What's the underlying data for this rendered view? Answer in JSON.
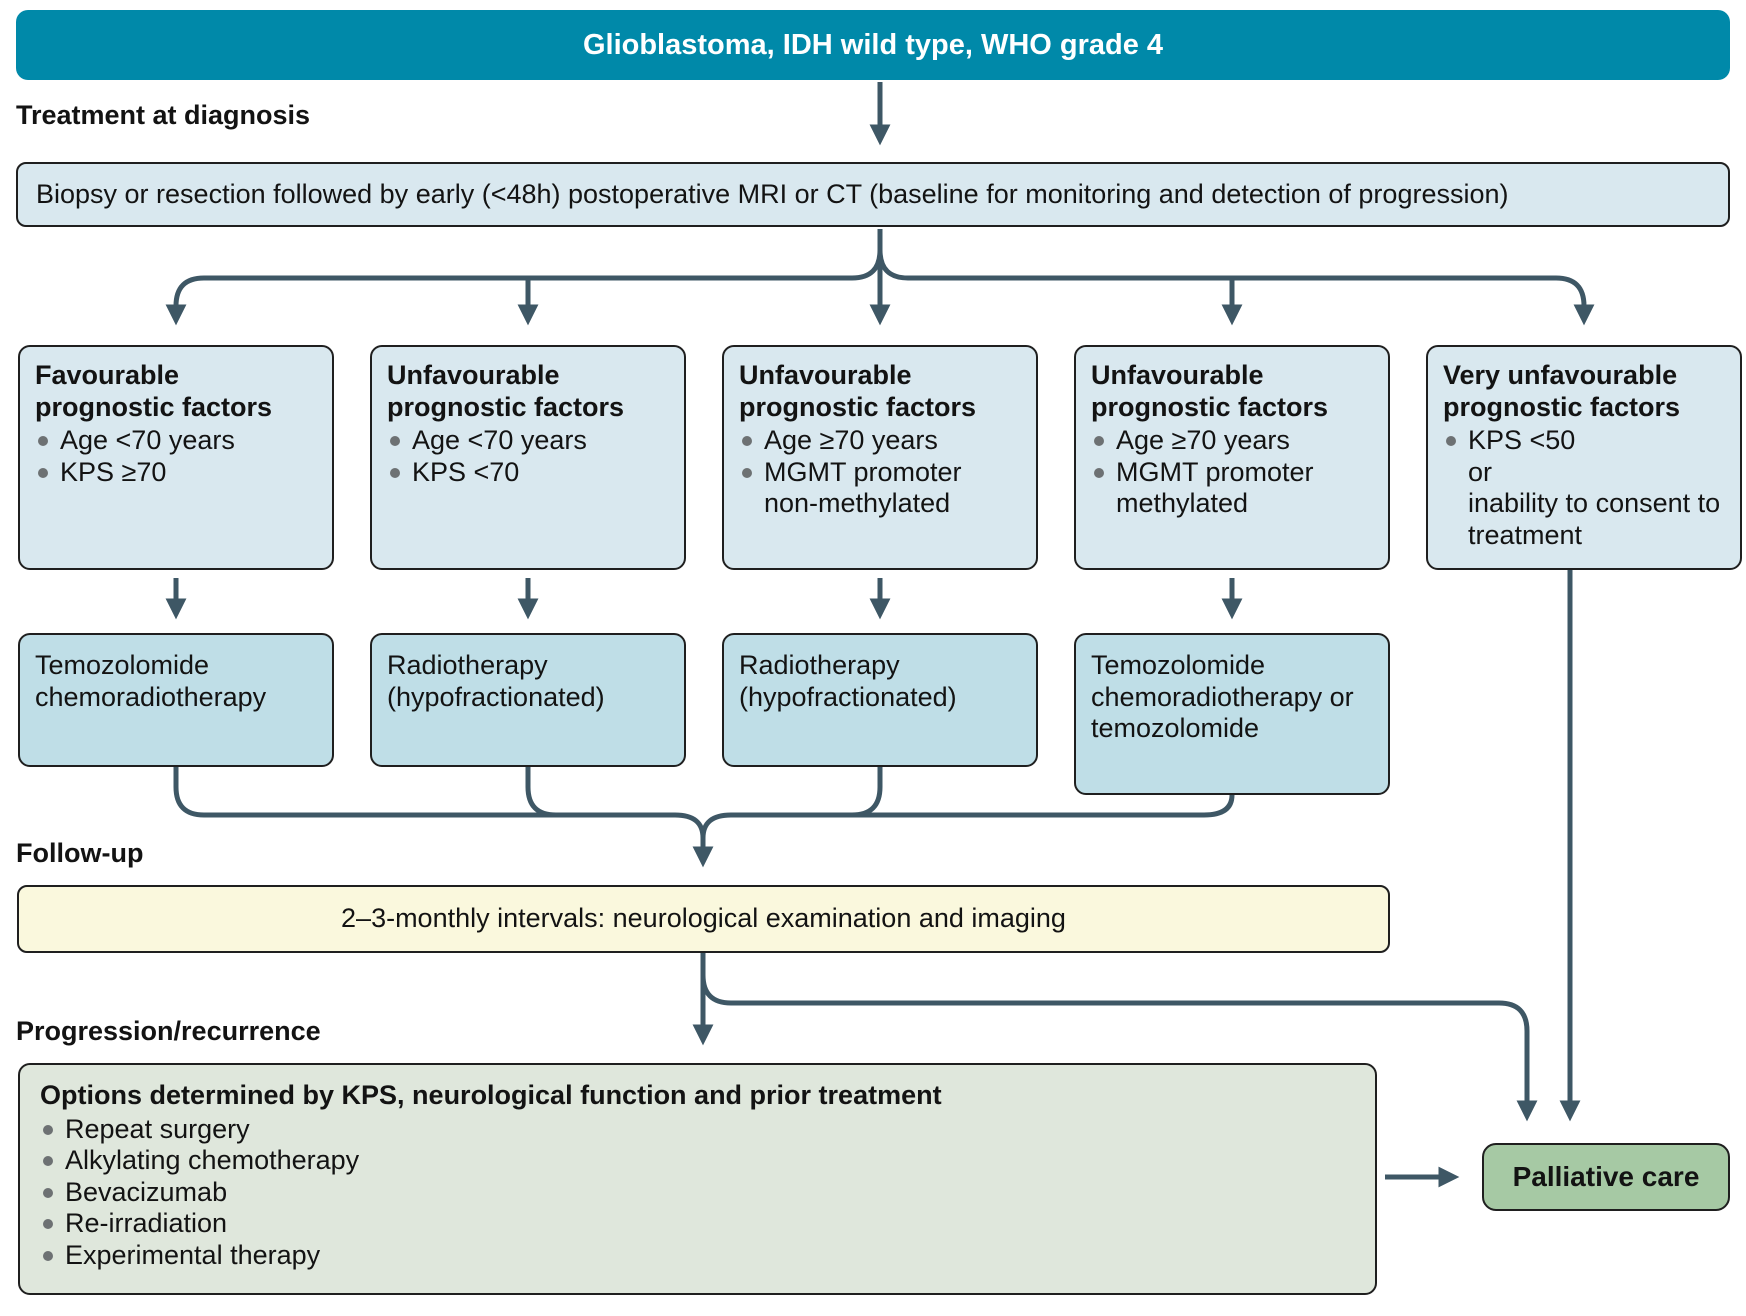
{
  "banner": {
    "title": "Glioblastoma, IDH wild type, WHO grade 4"
  },
  "sections": {
    "diagnosis": "Treatment at diagnosis",
    "followup": "Follow-up",
    "progression": "Progression/recurrence"
  },
  "biopsy": {
    "text": "Biopsy or resection followed by early (<48h) postoperative MRI or CT (baseline for monitoring and detection of progression)"
  },
  "columns": [
    {
      "title": "Favourable prognostic factors",
      "bullets": [
        "Age <70 years",
        "KPS ≥70"
      ],
      "treatment": "Temozolomide chemoradiotherapy"
    },
    {
      "title": "Unfavourable prognostic factors",
      "bullets": [
        "Age <70 years",
        "KPS <70"
      ],
      "treatment": "Radiotherapy (hypofractionated)"
    },
    {
      "title": "Unfavourable prognostic factors",
      "bullets": [
        "Age ≥70 years",
        "MGMT promoter non-methylated"
      ],
      "treatment": "Radiotherapy (hypofractionated)"
    },
    {
      "title": "Unfavourable prognostic factors",
      "bullets": [
        "Age ≥70 years",
        "MGMT promoter methylated"
      ],
      "treatment": "Temozolomide chemoradiotherapy or temozolomide"
    },
    {
      "title": "Very unfavourable prognostic factors",
      "bullets": [
        "KPS <50\nor\ninability to consent to treatment"
      ]
    }
  ],
  "followup": {
    "text": "2–3-monthly intervals: neurological examination and imaging"
  },
  "progression": {
    "title": "Options determined by KPS, neurological function and prior treatment",
    "options": [
      "Repeat surgery",
      "Alkylating chemotherapy",
      "Bevacizumab",
      "Re-irradiation",
      "Experimental therapy"
    ]
  },
  "palliative": {
    "label": "Palliative care"
  },
  "colors": {
    "banner": "#0089A9",
    "box_blue": "#D9E8EF",
    "box_cyan": "#BFDEE7",
    "box_yellow": "#FAF8DD",
    "box_sage": "#DFE7DC",
    "box_green": "#A6C9A4",
    "line": "#3E5765",
    "border": "#1F1F1F",
    "text": "#131313"
  }
}
